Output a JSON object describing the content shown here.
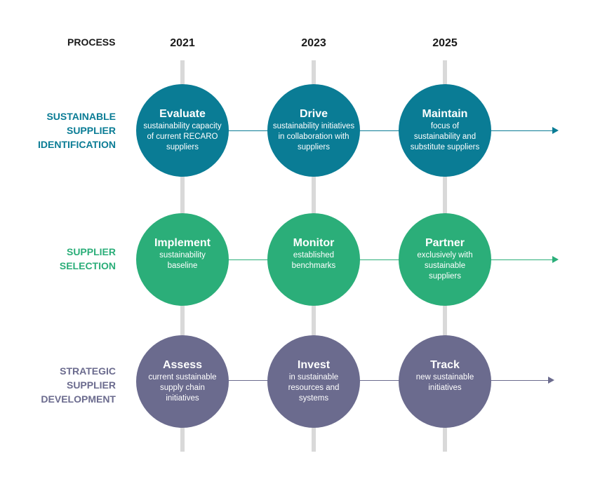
{
  "header": {
    "process": "PROCESS",
    "years": [
      "2021",
      "2023",
      "2025"
    ]
  },
  "colors": {
    "identification": "#0a7c95",
    "selection": "#2bae79",
    "development": "#6b6b8e",
    "gridline": "#d9d9d9"
  },
  "rows": [
    {
      "label": "SUSTAINABLE\nSUPPLIER\nIDENTIFICATION",
      "steps": [
        {
          "title": "Evaluate",
          "desc": "sustainability capacity\nof current RECARO\nsuppliers"
        },
        {
          "title": "Drive",
          "desc": "sustainability initiatives\nin collaboration with\nsuppliers"
        },
        {
          "title": "Maintain",
          "desc": "focus of\nsustainability and\nsubstitute suppliers"
        }
      ]
    },
    {
      "label": "SUPPLIER\nSELECTION",
      "steps": [
        {
          "title": "Implement",
          "desc": "sustainability\nbaseline"
        },
        {
          "title": "Monitor",
          "desc": "established\nbenchmarks"
        },
        {
          "title": "Partner",
          "desc": "exclusively with\nsustainable\nsuppliers"
        }
      ]
    },
    {
      "label": "STRATEGIC\nSUPPLIER\nDEVELOPMENT",
      "steps": [
        {
          "title": "Assess",
          "desc": "current sustainable\nsupply chain\ninitiatives"
        },
        {
          "title": "Invest",
          "desc": "in sustainable\nresources and\nsystems"
        },
        {
          "title": "Track",
          "desc": "new sustainable\ninitiatives"
        }
      ]
    }
  ]
}
